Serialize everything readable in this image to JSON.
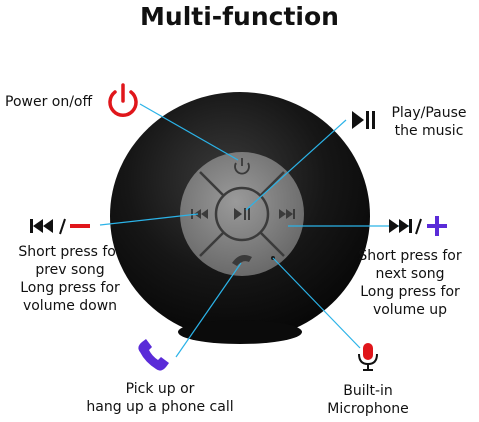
{
  "title": "Multi-function",
  "labels": {
    "power": "Power on/off",
    "play_line1": "Play/Pause",
    "play_line2": "the music",
    "prev_line1": "Short press for",
    "prev_line2": "prev song",
    "prev_line3": "Long press for",
    "prev_line4": "volume down",
    "next_line1": "Short press for",
    "next_line2": "next song",
    "next_line3": "Long press for",
    "next_line4": "volume up",
    "call_line1": "Pick up or",
    "call_line2": "hang up a phone call",
    "mic_line1": "Built-in",
    "mic_line2": "Microphone"
  },
  "colors": {
    "accent_red": "#e0161b",
    "accent_purple": "#5a2bd8",
    "leader_line": "#2bb3e8",
    "speaker_body": "#121212",
    "button_gray": "#7f7f7f"
  },
  "icons": {
    "power": "power-icon",
    "play_pause": "play-pause-icon",
    "prev": "previous-track-icon",
    "next": "next-track-icon",
    "minus": "minus-icon",
    "plus": "plus-icon",
    "phone": "phone-icon",
    "microphone": "microphone-icon"
  }
}
